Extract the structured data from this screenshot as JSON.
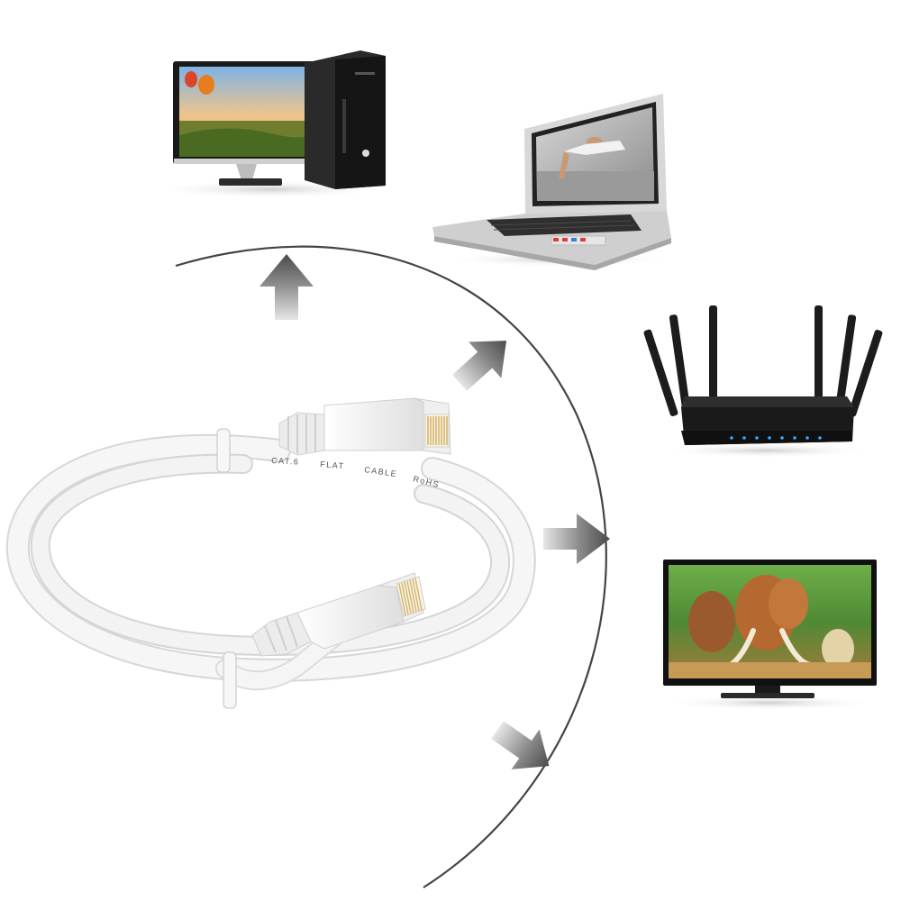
{
  "cable": {
    "print_cat": "CAT.6",
    "print_flat": "FLAT",
    "print_cable": "CABLE",
    "print_rohs": "RoHS"
  },
  "colors": {
    "background": "#ffffff",
    "cable": "#f4f4f4",
    "arc": "#444444",
    "arrow_dark": "#555555",
    "arrow_light": "#dddddd",
    "router_led": "#3aa6ff",
    "tv_bezel": "#111111"
  },
  "icons": {
    "cable": "flat-ethernet-cable",
    "devices": [
      "desktop-computer",
      "laptop",
      "wifi-router",
      "television"
    ],
    "arrows": [
      "arrow-up",
      "arrow-up-right",
      "arrow-right",
      "arrow-down-right"
    ]
  }
}
